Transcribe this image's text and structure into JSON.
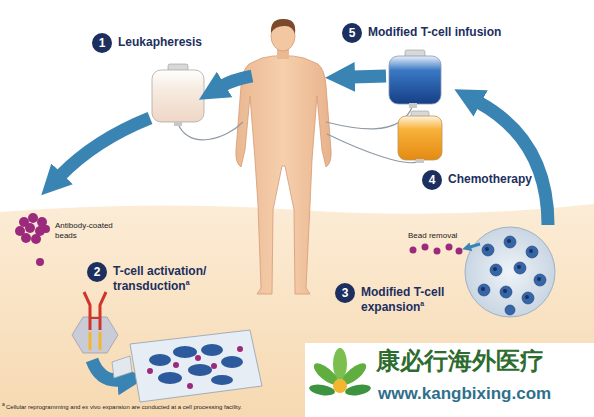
{
  "diagram": {
    "nodes": [
      {
        "text": [
          "1",
          "Leukapheresis"
        ]
      },
      {
        "text": [
          "5",
          "Modified T-cell infusion"
        ]
      },
      {
        "text": [
          "4",
          "Chemotherapy"
        ]
      },
      {
        "text": [
          "2",
          "T-cell activation/ transduction",
          "a"
        ]
      },
      {
        "text": [
          "3",
          "Modified T-cell expansion",
          "a"
        ]
      }
    ],
    "labels": [
      "Antibody-coated beads",
      "Bead removal",
      "a",
      "Cellular reprogramming and ex vivo expansion are conducted at a cell processing facility.",
      "康必行海外医疗",
      "www.kangbixing.com"
    ]
  }
}
